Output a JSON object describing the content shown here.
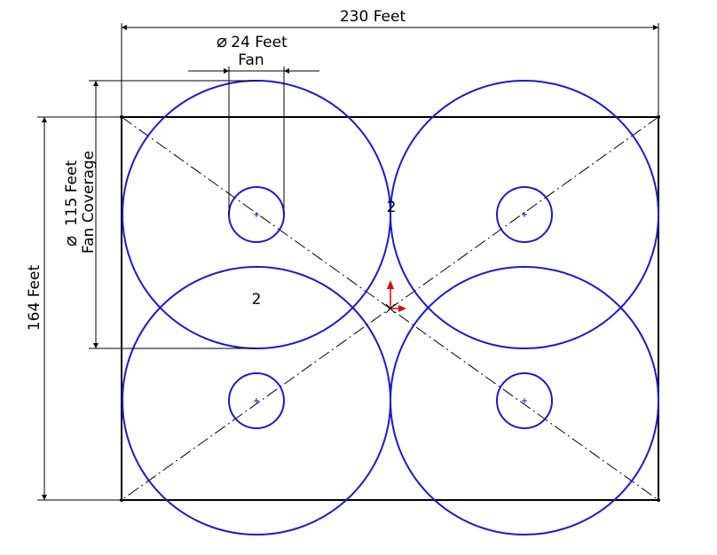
{
  "dimensions": {
    "width_label": "230 Feet",
    "height_label": "164 Feet",
    "fan_diameter_symbol": "⌀",
    "fan_diameter_value": "24 Feet",
    "fan_diameter_caption": "Fan",
    "coverage_diameter_symbol": "⌀",
    "coverage_diameter_value": "115 Feet",
    "coverage_diameter_caption": "Fan Coverage"
  },
  "regions": [
    {
      "label": "2"
    },
    {
      "label": "2"
    }
  ],
  "colors": {
    "outline": "#000000",
    "fan_circle": "#1a1ad0",
    "origin_x": "#e00000",
    "origin_y": "#e00000"
  }
}
